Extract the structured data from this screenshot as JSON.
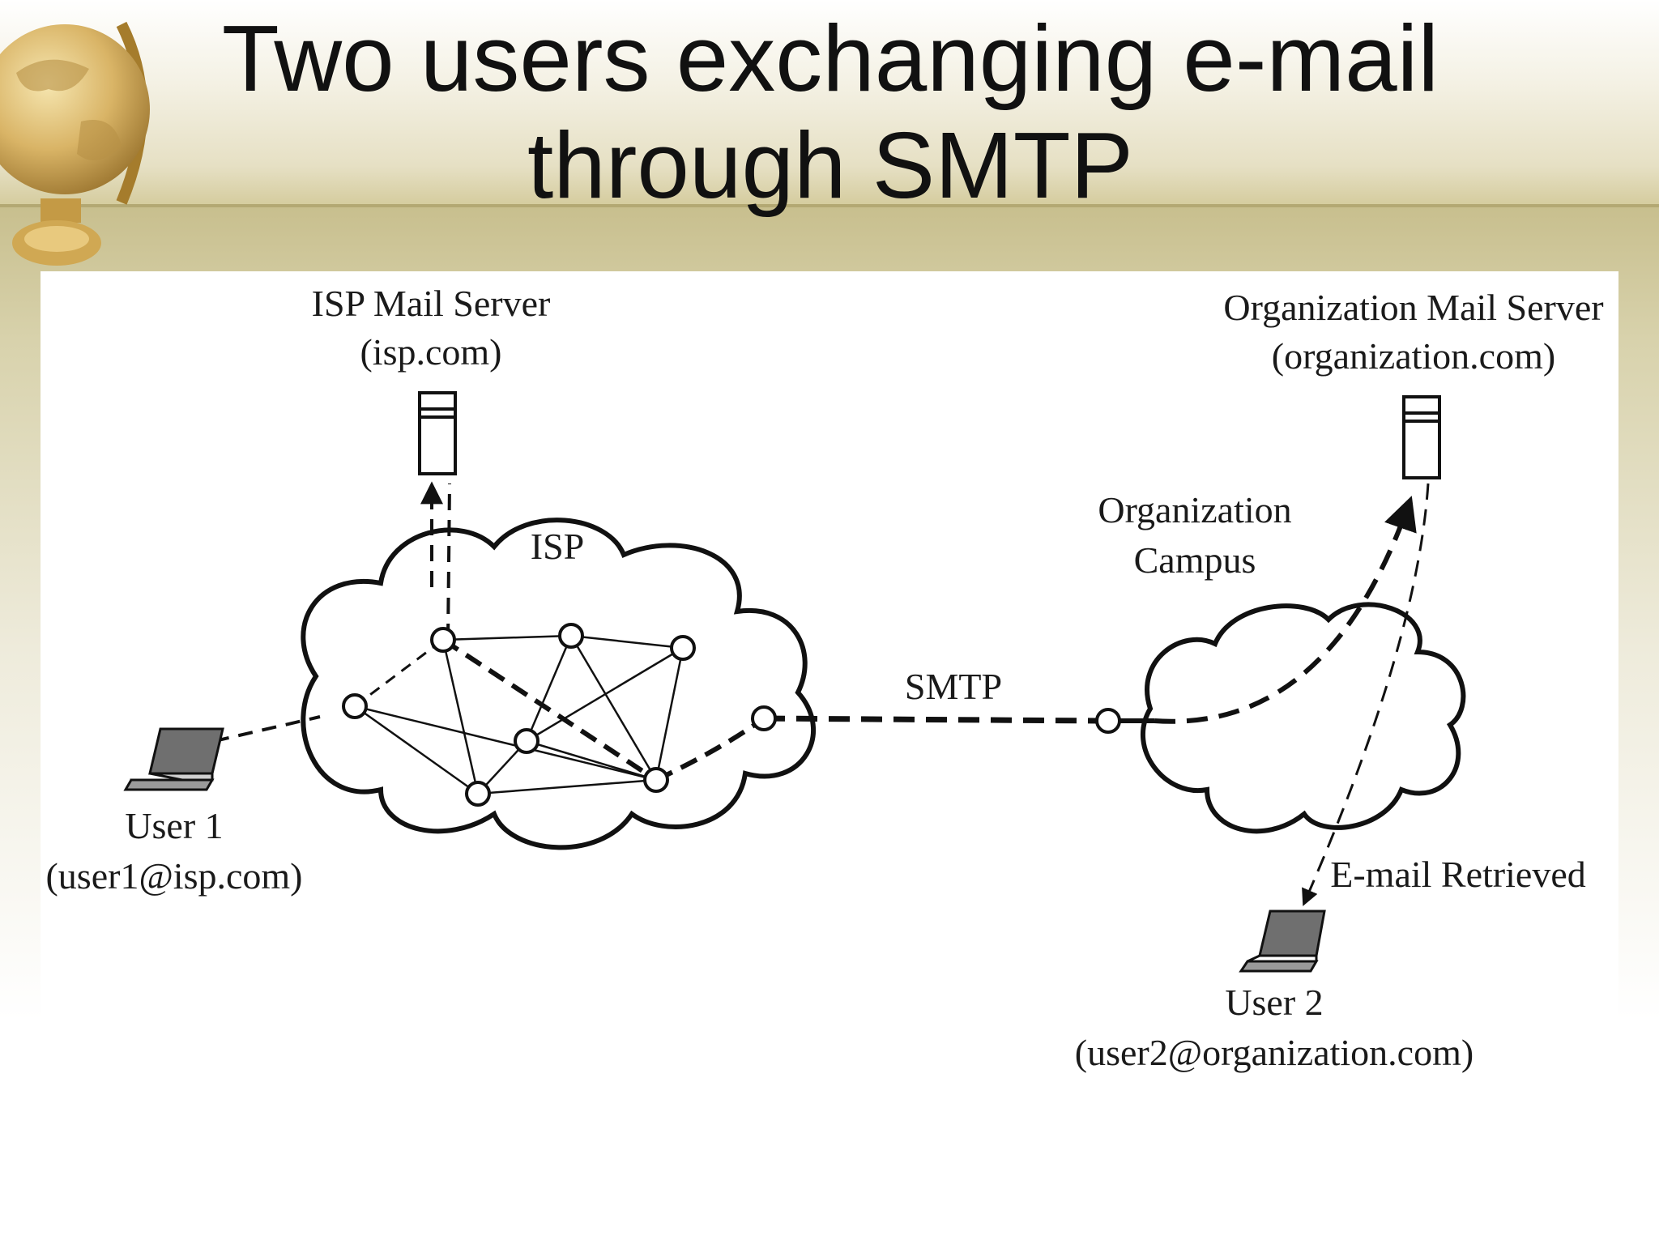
{
  "slide": {
    "title_line1": "Two users exchanging e-mail",
    "title_line2": "through SMTP"
  },
  "diagram": {
    "isp_server_label": "ISP Mail Server",
    "isp_server_domain": "(isp.com)",
    "isp_cloud_label": "ISP",
    "org_server_label": "Organization Mail Server",
    "org_server_domain": "(organization.com)",
    "org_campus_line1": "Organization",
    "org_campus_line2": "Campus",
    "smtp_label": "SMTP",
    "retrieved_label": "E-mail Retrieved",
    "user1_label": "User 1",
    "user1_email": "(user1@isp.com)",
    "user2_label": "User 2",
    "user2_email": "(user2@organization.com)"
  },
  "icons": [
    "globe-icon",
    "server-icon",
    "laptop-icon",
    "cloud-icon"
  ]
}
